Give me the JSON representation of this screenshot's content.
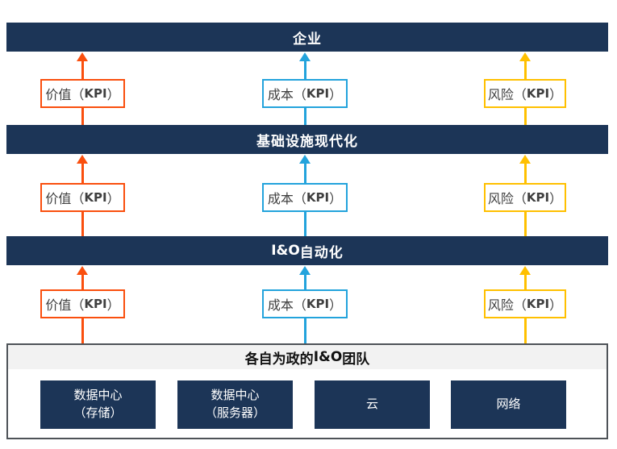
{
  "colors": {
    "navy": "#1C3557",
    "orange": "#FA4F0E",
    "blue": "#23A3DC",
    "yellow": "#FFC000",
    "title_strip_bg": "#F2F2F2",
    "container_border": "#4E5358",
    "kpi_text": "#3F3F3F"
  },
  "bars": {
    "enterprise": "企业",
    "infrastructure_modernization": "基础设施现代化",
    "io_automation": {
      "bold": "I&O",
      "rest": "自动化"
    }
  },
  "kpi_boxes": {
    "value": {
      "prefix": "价值（",
      "bold": "KPI",
      "suffix": "）"
    },
    "cost": {
      "prefix": "成本（",
      "bold": "KPI",
      "suffix": "）"
    },
    "risk": {
      "prefix": "风险（",
      "bold": "KPI",
      "suffix": "）"
    }
  },
  "bottom": {
    "title": {
      "prefix": "各自为政的",
      "bold": "I&O",
      "suffix": "团队"
    },
    "teams": [
      {
        "line1": "数据中心",
        "line2": "（存储）"
      },
      {
        "line1": "数据中心",
        "line2": "（服务器）"
      },
      {
        "line1": "云",
        "line2": ""
      },
      {
        "line1": "网络",
        "line2": ""
      }
    ]
  }
}
